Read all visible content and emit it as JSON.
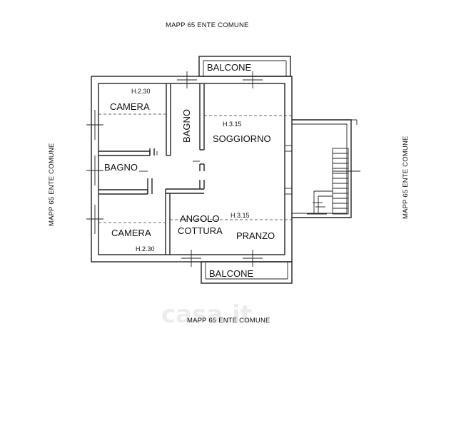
{
  "boundaries": {
    "top": "MAPP 65 ENTE COMUNE",
    "bottom": "MAPP 65 ENTE COMUNE",
    "left": "MAPP 65 ENTE COMUNE",
    "right": "MAPP 65 ENTE COMUNE"
  },
  "rooms": {
    "camera_top": "CAMERA",
    "camera_bottom": "CAMERA",
    "bagno_vertical": "BAGNO",
    "bagno_left": "BAGNO",
    "soggiorno": "SOGGIORNO",
    "angolo_line1": "ANGOLO",
    "angolo_line2": "COTTURA",
    "pranzo": "PRANZO",
    "balcone_top": "BALCONE",
    "balcone_bottom": "BALCONE"
  },
  "heights": {
    "camera_top": "H.2.30",
    "camera_bottom": "H.2.30",
    "soggiorno": "H.3.15",
    "pranzo": "H.3.15"
  },
  "watermark": "casa.it"
}
